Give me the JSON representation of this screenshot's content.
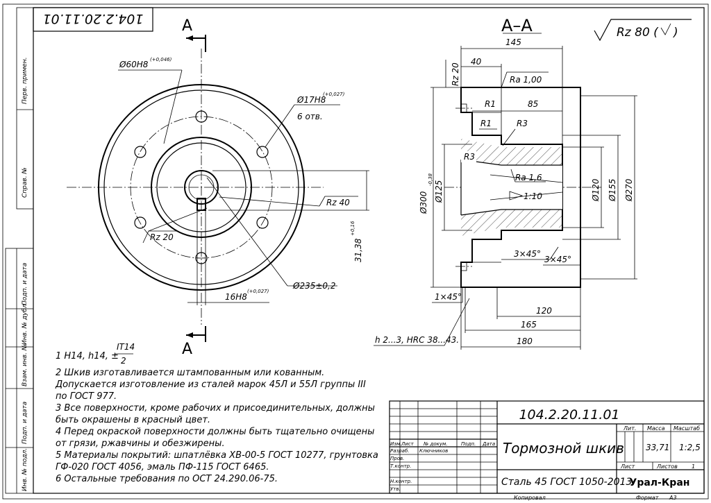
{
  "stamp": {
    "code": "104.2.20.11.01"
  },
  "side_labels": [
    "Перв. примен.",
    "Справ. №",
    "Подп. и дата",
    "Инв. № дубл.",
    "Взам. инв. №",
    "Подп. и дата",
    "Инв. № подл."
  ],
  "front_view": {
    "section_letter_top": "А",
    "section_letter_bottom": "А",
    "dims": {
      "d60": "Ø60H8",
      "d60_tol": "(+0,046)",
      "d17": "Ø17H8",
      "d17_tol": "(+0,027)",
      "holes": "6 отв.",
      "rz40": "Rz 40",
      "rz20": "Rz 20",
      "d235": "Ø235±0,2",
      "key16": "16H8",
      "key16_tol": "(+0,027)",
      "h3138": "31,38",
      "h3138_tol": "+0,16"
    }
  },
  "section_view": {
    "title": "А–А",
    "roughness": "Rz 80 (",
    "dims": {
      "l145": "145",
      "l40": "40",
      "rz20": "Rz 20",
      "ra100": "Ra 1,00",
      "r1a": "R1",
      "l85": "85",
      "r1b": "R1",
      "r3a": "R3",
      "r3b": "R3",
      "ra16": "Ra 1,6",
      "taper": "1:10",
      "d300": "Ø300",
      "d300_tol": "-0,38",
      "d125": "Ø125",
      "d120": "Ø120",
      "d155": "Ø155",
      "d270": "Ø270",
      "ch1": "3×45°",
      "ch2": "3×45°",
      "ch3": "1×45°",
      "l120": "120",
      "l165": "165",
      "l180": "180",
      "hardness": "h 2...3, HRC 38...43."
    }
  },
  "notes": {
    "n1_prefix": "1 H14, h14, ±",
    "n1_num": "IT14",
    "n1_den": "2",
    "lines": [
      "2 Шкив     изготавливается     штампованным     или     кованным.",
      "Допускается изготовление из сталей марок 45Л и 55Л  группы III",
      "по ГОСТ 977.",
      "3 Все поверхности, кроме рабочих и присоединительных, должны",
      "быть окрашены в красный цвет.",
      "4 Перед окраской поверхности должны быть тщательно очищены",
      "от грязи, ржавчины и обезжирены.",
      "5 Материалы покрытий: шпатлёвка ХВ-00-5 ГОСТ 10277, грунтовка",
      "ГФ-020 ГОСТ 4056, эмаль ПФ-115 ГОСТ 6465.",
      "6 Остальные требования по ОСТ 24.290.06-75."
    ]
  },
  "title_block": {
    "code": "104.2.20.11.01",
    "name": "Тормозной шкив",
    "material": "Сталь 45 ГОСТ 1050-2013",
    "company": "Урал-Кран",
    "head_izm": "Изм.",
    "head_list": "Лист",
    "head_doc": "№ докум.",
    "head_sign": "Подп.",
    "head_date": "Дата",
    "role_razrab": "Разраб.",
    "razrab_name": "Ключников",
    "role_prov": "Пров.",
    "role_tkontr": "Т.контр.",
    "role_nkontr": "Н.контр.",
    "role_utv": "Утв.",
    "lit_label": "Лит.",
    "mass_label": "Масса",
    "scale_label": "Масштаб",
    "mass_value": "33,71",
    "scale_value": "1:2,5",
    "sheet_label": "Лист",
    "sheets_label": "Листов",
    "sheets_value": "1",
    "copied": "Копировал",
    "format_label": "Формат",
    "format_value": "А3"
  }
}
